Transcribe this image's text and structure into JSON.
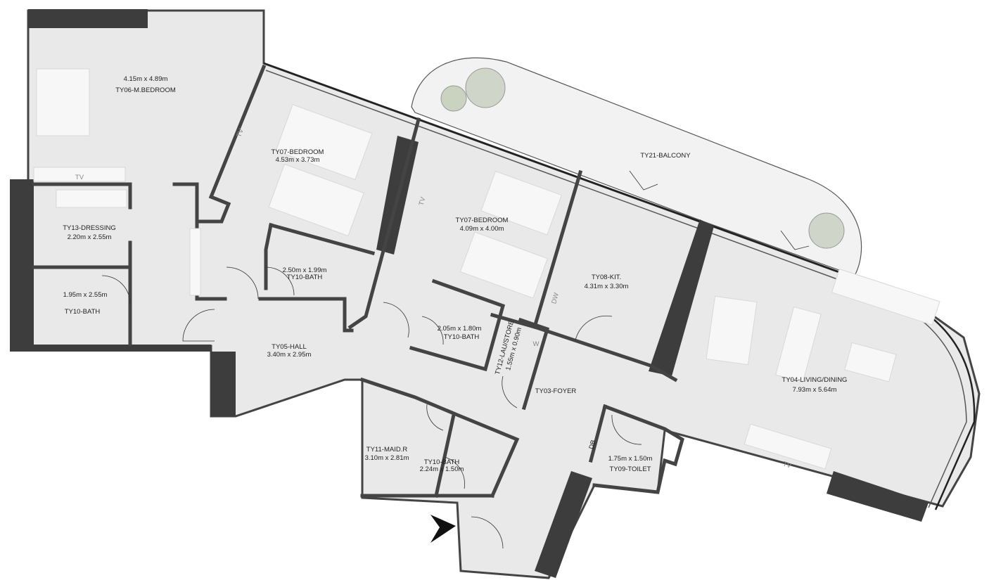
{
  "plan": {
    "rooms": [
      {
        "code": "TY06-M.BEDROOM",
        "size": "4.15m x 4.89m"
      },
      {
        "code": "TY07-BEDROOM",
        "size": "4.53m x 3.73m"
      },
      {
        "code": "TY07-BEDROOM",
        "size": "4.09m x 4.00m"
      },
      {
        "code": "TY13-DRESSING",
        "size": "2.20m x 2.55m"
      },
      {
        "code": "TY10-BATH",
        "size": "1.95m x 2.55m"
      },
      {
        "code": "TY10-BATH",
        "size": "2.50m x 1.99m"
      },
      {
        "code": "TY05-HALL",
        "size": "3.40m x 2.95m"
      },
      {
        "code": "TY10-BATH",
        "size": "2.05m x 1.80m"
      },
      {
        "code": "TY12-LAU/STORE",
        "size": "1.55m x 0.90m"
      },
      {
        "code": "TY08-KIT.",
        "size": "4.31m x 3.30m"
      },
      {
        "code": "TY21-BALCONY",
        "size": ""
      },
      {
        "code": "TY03-FOYER",
        "size": ""
      },
      {
        "code": "TY04-LIVING/DINING",
        "size": "7.93m x 5.64m"
      },
      {
        "code": "TY11-MAID.R",
        "size": "3.10m x 2.81m"
      },
      {
        "code": "TY10-BATH",
        "size": "2.24m x 1.50m"
      },
      {
        "code": "TY09-TOILET",
        "size": "1.75m x 1.50m"
      }
    ],
    "fixture_labels": {
      "tv": "TV",
      "dw": "DW",
      "w": "W",
      "db": "DB"
    },
    "colors": {
      "floor": "#e9e9e9",
      "wall": "#444444",
      "structure": "#3d3d3d",
      "balcony": "#f2f2f2"
    },
    "entry_icon": "entry-arrow-icon"
  }
}
